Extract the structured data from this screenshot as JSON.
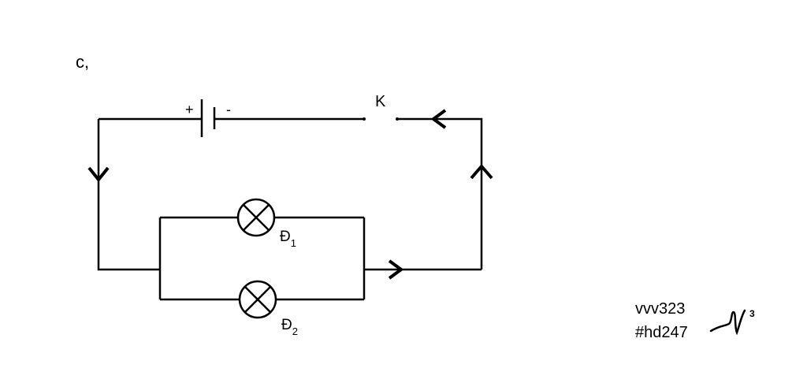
{
  "diagram": {
    "part_label": "c,",
    "battery": {
      "plus": "+",
      "minus": "-"
    },
    "switch_label": "K",
    "lamp1": {
      "letter": "Đ",
      "index": "1"
    },
    "lamp2": {
      "letter": "Đ",
      "index": "2"
    }
  },
  "watermark": {
    "user": "vvv323",
    "tag": "#hd247",
    "mark_sup": "3"
  },
  "colors": {
    "ink": "#000000",
    "background": "#ffffff"
  }
}
